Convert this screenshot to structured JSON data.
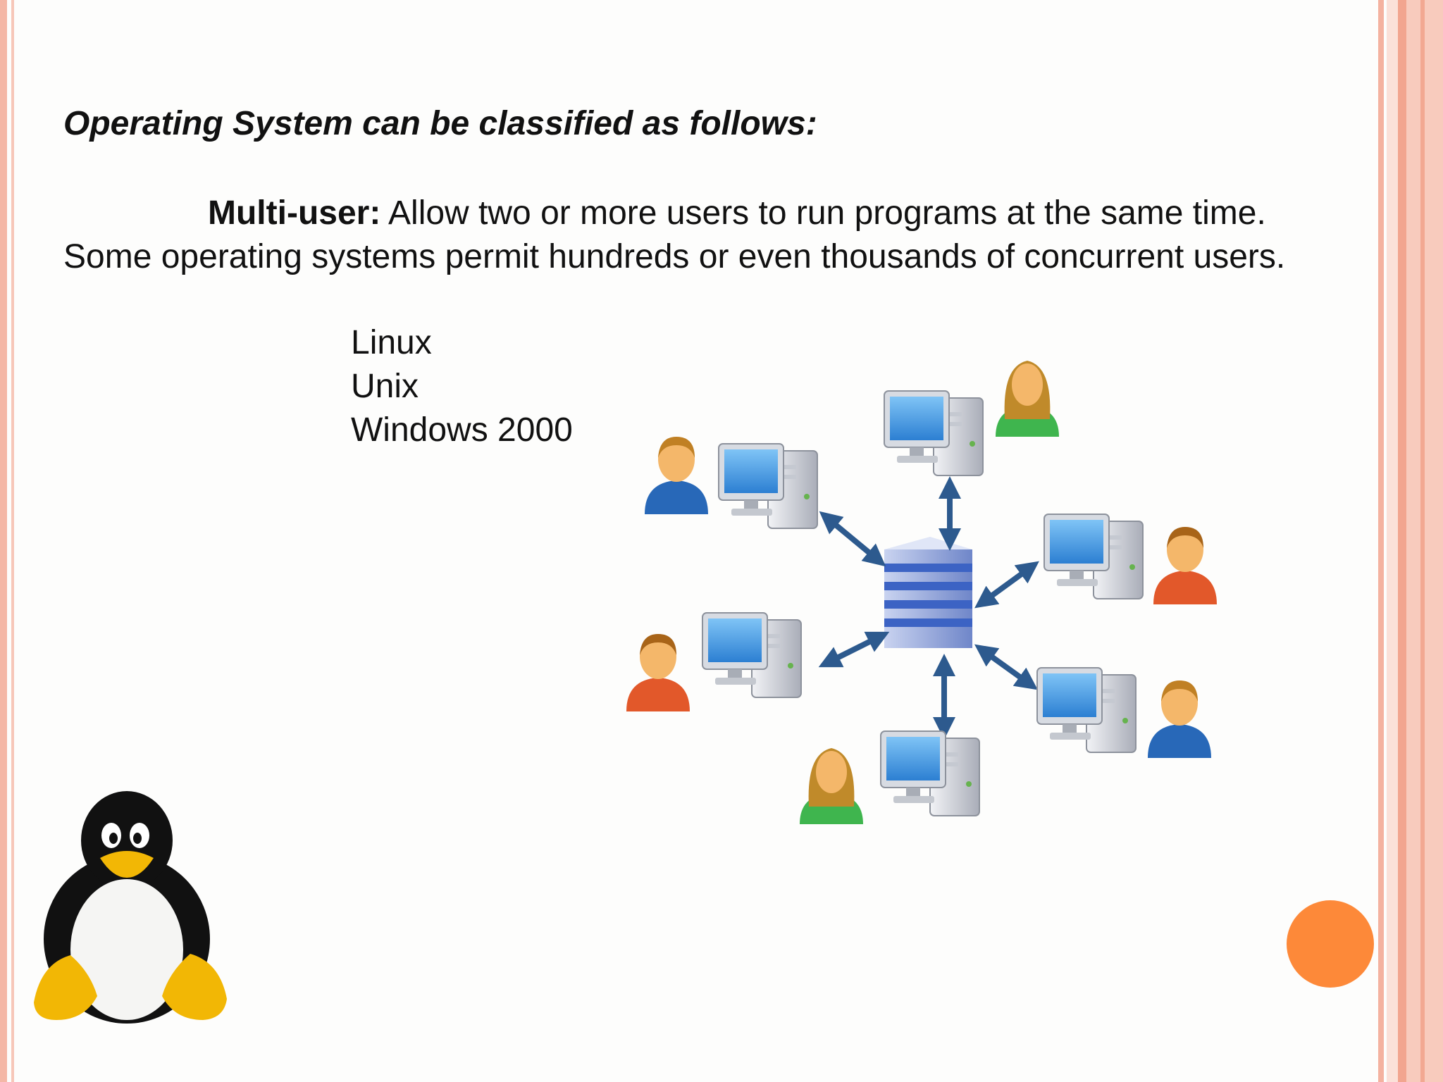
{
  "slide": {
    "heading": "Operating System can be classified as follows:",
    "multiuser": {
      "label": "Multi-user:",
      "text": " Allow two or more users to run programs at the same time. Some operating systems permit hundreds or even thousands of concurrent users."
    },
    "os_examples": [
      "Linux",
      "Unix",
      "Windows 2000"
    ]
  },
  "colors": {
    "accent_dot": "#fd8939",
    "border": "#f4b2a0",
    "arrow": "#2d5a8e",
    "server": "#6f86c9"
  },
  "icons": {
    "network": "multi-user-network-icon",
    "mascot": "linux-penguin-icon"
  }
}
